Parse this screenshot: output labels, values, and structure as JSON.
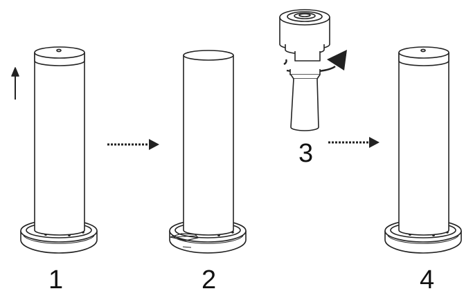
{
  "steps": [
    {
      "number": "1"
    },
    {
      "number": "2"
    },
    {
      "number": "3"
    },
    {
      "number": "4"
    }
  ],
  "colors": {
    "stroke": "#222222",
    "background": "#ffffff"
  },
  "icons": [
    "up-arrow-icon",
    "dotted-right-arrow-icon",
    "rotate-arrow-icon"
  ]
}
